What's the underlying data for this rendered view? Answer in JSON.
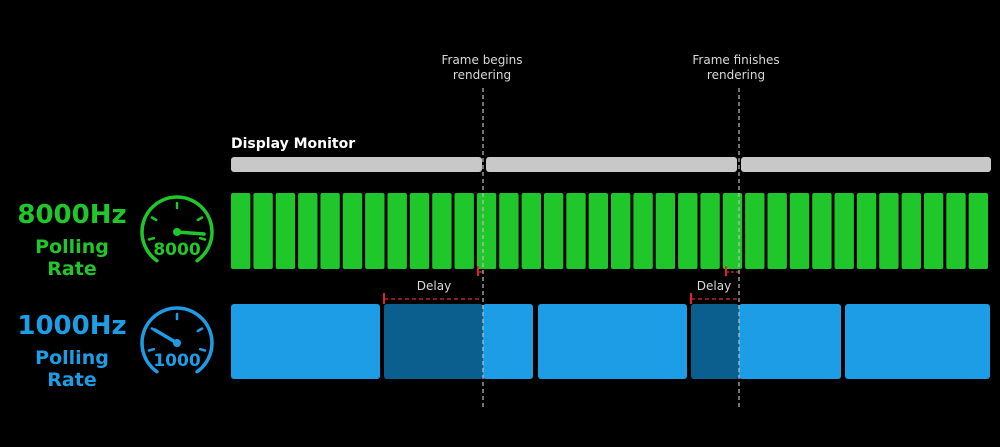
{
  "annotations": {
    "frame_begins": [
      "Frame begins",
      "rendering"
    ],
    "frame_finishes": [
      "Frame finishes",
      "rendering"
    ],
    "delay_label": "Delay"
  },
  "display": {
    "title": "Display Monitor",
    "color": "#c8c8c8"
  },
  "rate_8000": {
    "big": "8000Hz",
    "small": "Polling Rate",
    "gauge_value": "8000",
    "color": "#1fc72a",
    "poll_count": 34
  },
  "rate_1000": {
    "big": "1000Hz",
    "small": "Polling Rate",
    "gauge_value": "1000",
    "color": "#1c9de6",
    "delay_color": "#0b5f8f",
    "poll_count": 5
  },
  "colors": {
    "marker": "#e0262b",
    "guide": "#bfbfbf"
  }
}
